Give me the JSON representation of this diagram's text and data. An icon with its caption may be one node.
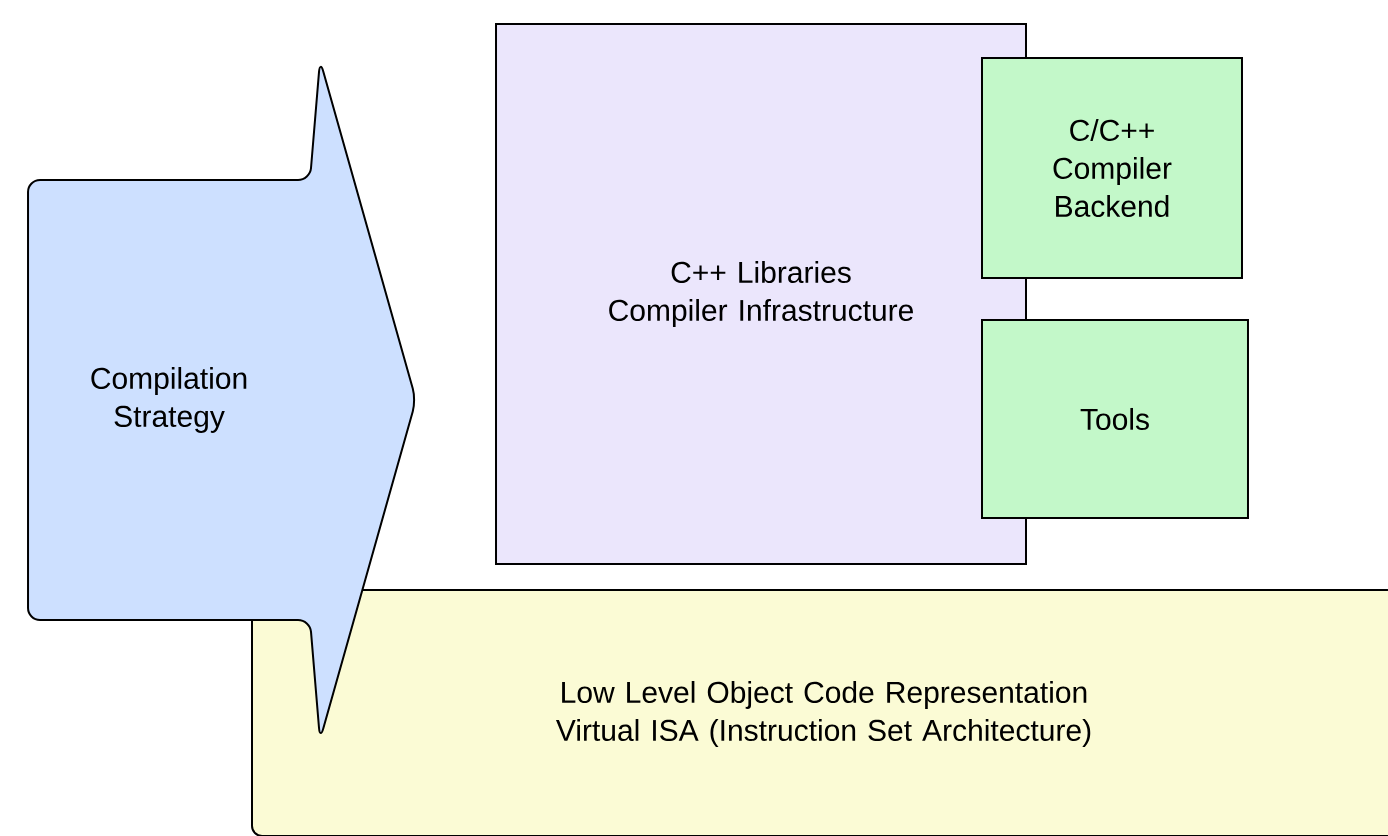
{
  "diagram": {
    "nodes": [
      {
        "text": [
          "Compilation Strategy"
        ]
      },
      {
        "text": [
          "C++ Libraries",
          "Compiler Infrastructure"
        ]
      },
      {
        "text": [
          "C/C++ Compiler Backend"
        ]
      },
      {
        "text": [
          "Tools"
        ]
      },
      {
        "text": [
          "Low Level Object Code Representation",
          "Virtual ISA (Instruction Set Architecture)"
        ]
      }
    ]
  }
}
